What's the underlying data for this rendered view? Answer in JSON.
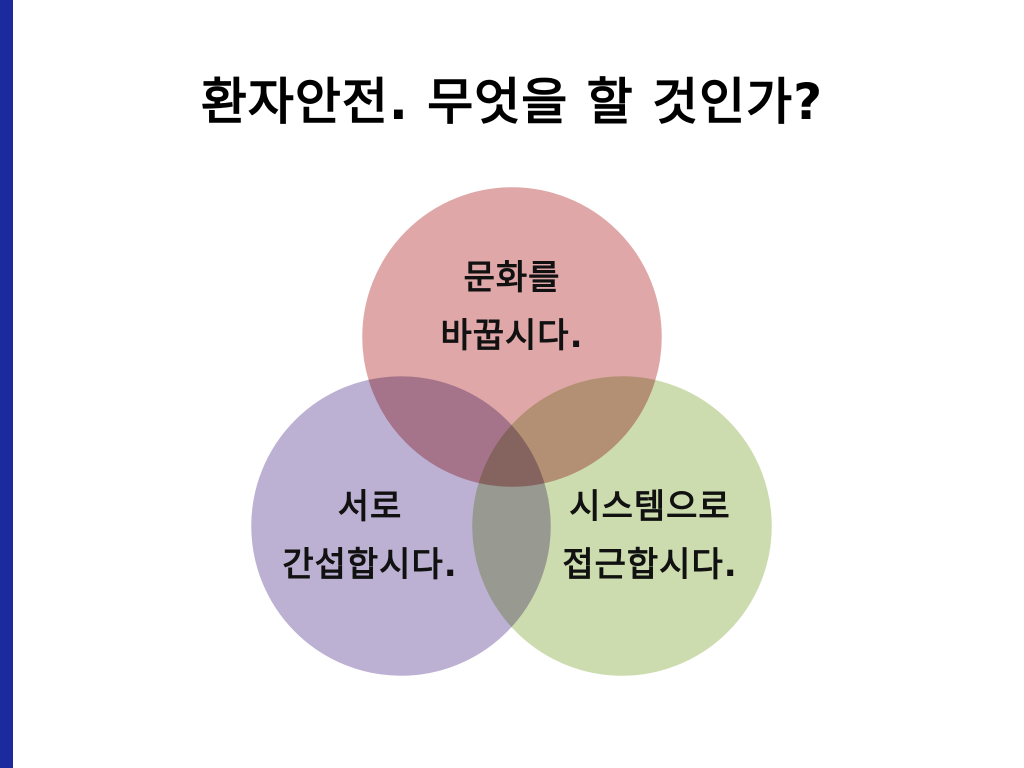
{
  "slide": {
    "title": "환자안전. 무엇을 할 것인가?"
  },
  "diagram": {
    "circles": [
      {
        "id": "culture",
        "line1": "문화를",
        "line2": "바꿉시다.",
        "color": "#dfa7a7"
      },
      {
        "id": "intervene",
        "line1": "서로",
        "line2": "간섭합시다.",
        "color": "#bdb1d3"
      },
      {
        "id": "system",
        "line1": "시스템으로",
        "line2": "접근합시다.",
        "color": "#cddcaf"
      }
    ]
  },
  "colors": {
    "accent_bar": "#1b2a9c",
    "background": "#ffffff",
    "text": "#000000"
  }
}
